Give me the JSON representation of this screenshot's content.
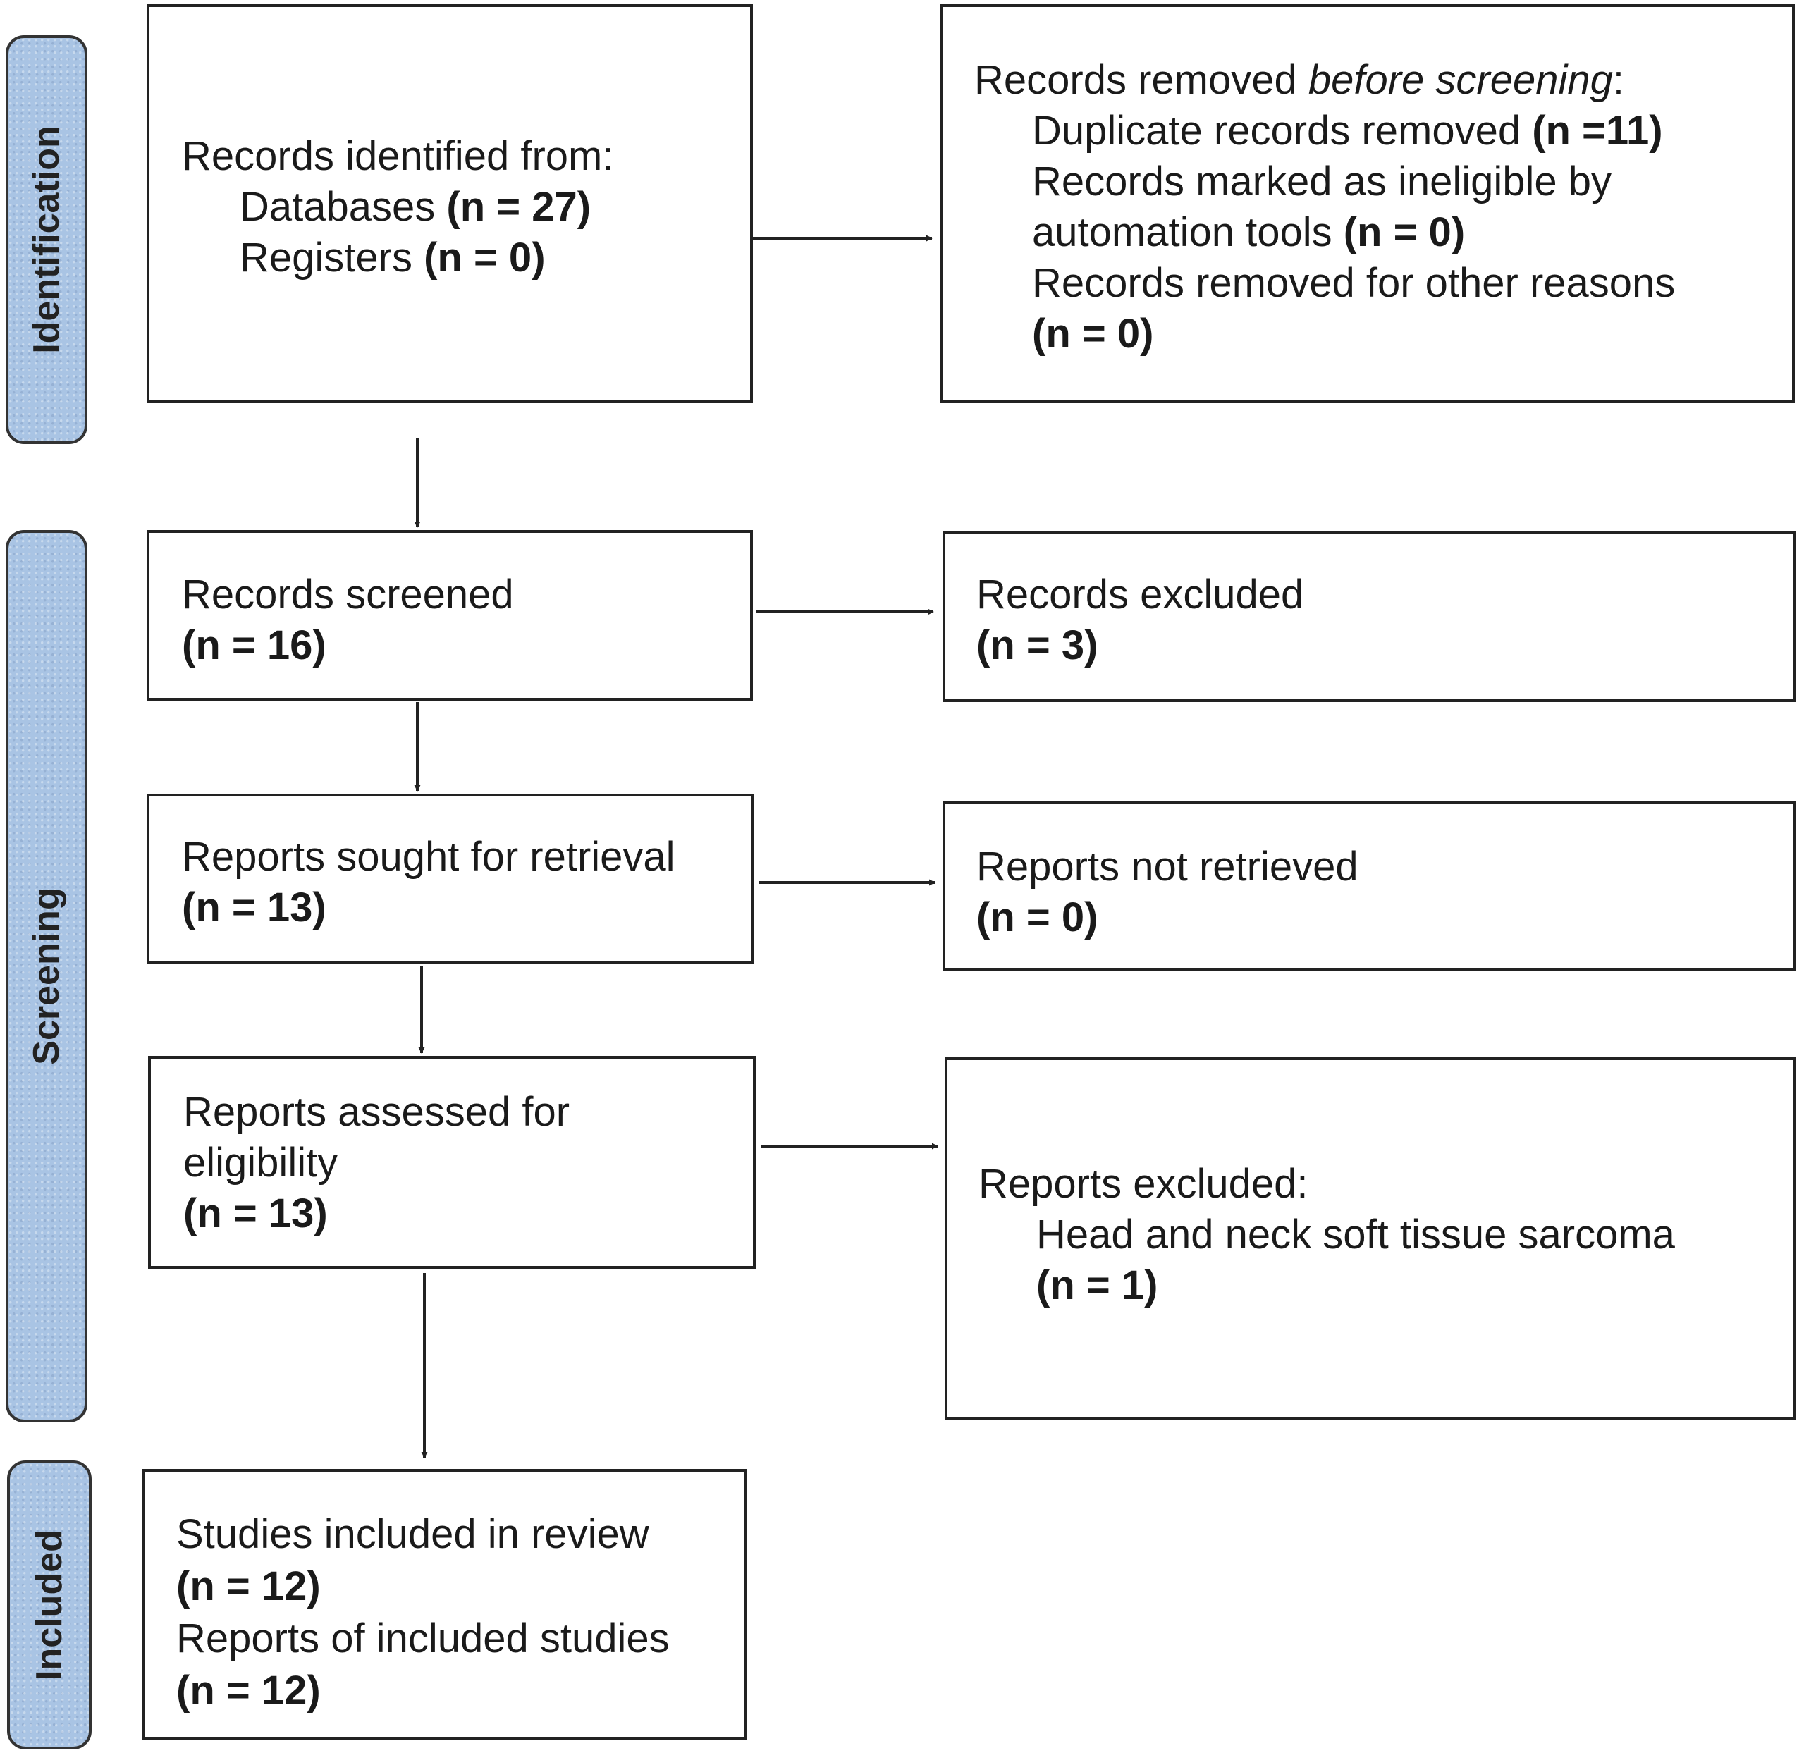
{
  "phases": {
    "identification": "Identification",
    "screening": "Screening",
    "included": "Included"
  },
  "identified": {
    "title": "Records identified from:",
    "databases_label": "Databases ",
    "databases_n": "(n = 27)",
    "registers_label": "Registers ",
    "registers_n": "(n = 0)"
  },
  "removed": {
    "title_pre": "Records removed ",
    "title_em": "before screening",
    "title_post": ":",
    "duplicates_label": "Duplicate records removed ",
    "duplicates_n": "(n =11)",
    "automation_line1": "Records marked as ineligible by",
    "automation_line2": "automation tools ",
    "automation_n": "(n = 0)",
    "other_label": "Records removed for other reasons",
    "other_n": "(n = 0)"
  },
  "screened": {
    "label": "Records screened",
    "n": "(n = 16)"
  },
  "excluded": {
    "label": "Records excluded",
    "n": "(n = 3)"
  },
  "sought": {
    "label": "Reports sought for retrieval",
    "n": "(n = 13)"
  },
  "not_retrieved": {
    "label": "Reports not retrieved",
    "n": "(n = 0)"
  },
  "assessed": {
    "line1": "Reports assessed for",
    "line2": "eligibility",
    "n": "(n = 13)"
  },
  "reports_excluded": {
    "title": "Reports excluded:",
    "reason": "Head and neck soft tissue sarcoma",
    "n": "(n = 1)"
  },
  "included": {
    "studies_label": "Studies included in review",
    "studies_n": "(n = 12)",
    "reports_label": "Reports of included studies",
    "reports_n": "(n = 12)"
  }
}
